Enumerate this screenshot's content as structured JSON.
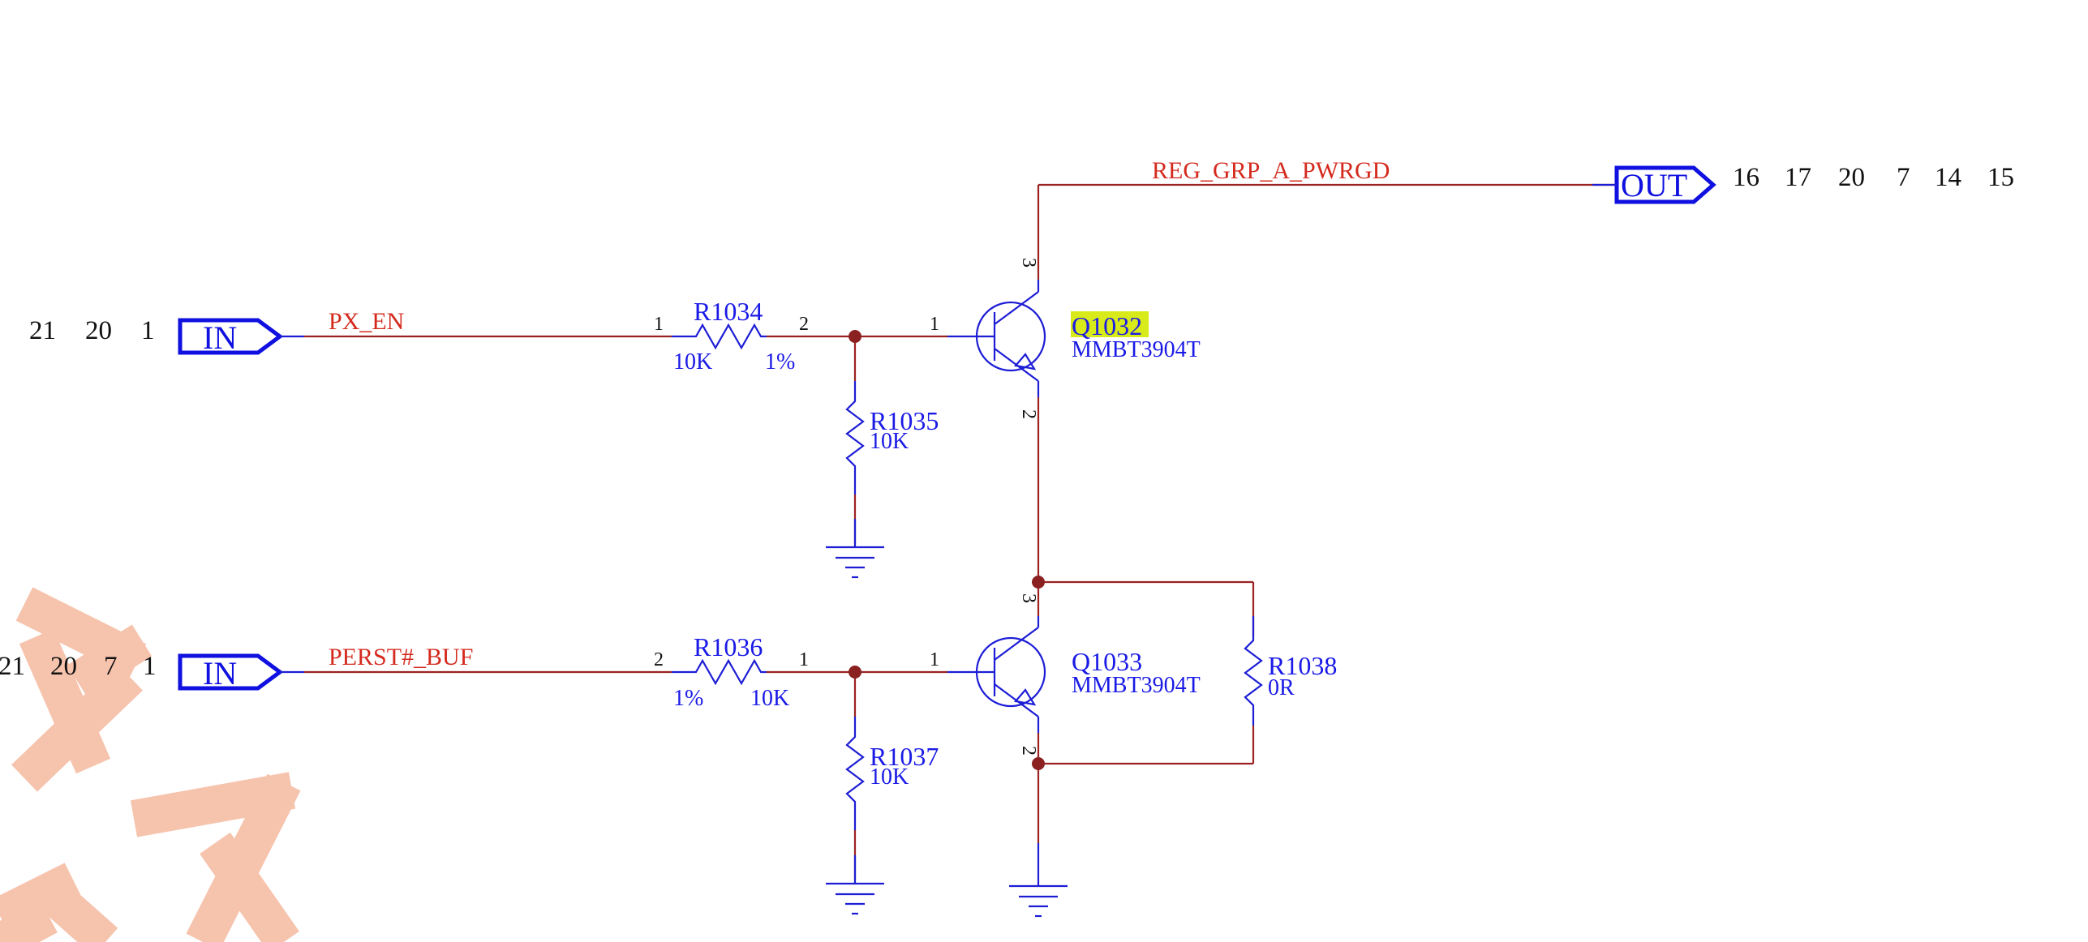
{
  "ports": {
    "in1": {
      "type": "IN",
      "net": "PX_EN",
      "sheet_refs": [
        "21",
        "20",
        "1"
      ]
    },
    "in2": {
      "type": "IN",
      "net": "PERST#_BUF",
      "sheet_refs": [
        "21",
        "20",
        "7",
        "1"
      ]
    },
    "out": {
      "type": "OUT",
      "net": "REG_GRP_A_PWRGD",
      "sheet_refs": [
        "16",
        "17",
        "20",
        "7",
        "14",
        "15"
      ]
    }
  },
  "resistors": {
    "r1034": {
      "ref": "R1034",
      "value": "10K",
      "tolerance": "1%",
      "pin_left": "1",
      "pin_right": "2"
    },
    "r1035": {
      "ref": "R1035",
      "value": "10K"
    },
    "r1036": {
      "ref": "R1036",
      "value": "10K",
      "tolerance": "1%",
      "pin_left": "2",
      "pin_right": "1"
    },
    "r1037": {
      "ref": "R1037",
      "value": "10K"
    },
    "r1038": {
      "ref": "R1038",
      "value": "0R"
    }
  },
  "transistors": {
    "q1032": {
      "ref": "Q1032",
      "part": "MMBT3904T",
      "pin_base": "1",
      "pin_collector": "3",
      "pin_emitter": "2",
      "highlighted": true
    },
    "q1033": {
      "ref": "Q1033",
      "part": "MMBT3904T",
      "pin_base": "1",
      "pin_collector": "3",
      "pin_emitter": "2"
    }
  },
  "colors": {
    "wire": "#9b2222",
    "component": "#1d1dd6",
    "net_label": "#d42a1e",
    "highlight": "#d8ea1a",
    "watermark": "#f6c3ad"
  }
}
